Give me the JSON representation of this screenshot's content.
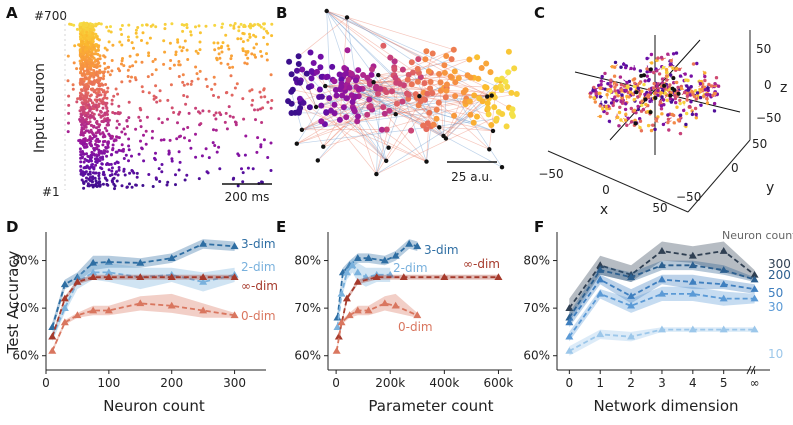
{
  "panels": {
    "A": {
      "label": "A",
      "ylabel": "Input neuron",
      "ytick_top": "#700",
      "ytick_bottom": "#1",
      "scalebar_label": "200 ms"
    },
    "B": {
      "label": "B",
      "scalebar_label": "25 a.u."
    },
    "C": {
      "label": "C",
      "x_label": "x",
      "y_label": "y",
      "z_label": "z",
      "x_ticks": [
        "−50",
        "0",
        "50"
      ],
      "y_ticks": [
        "−50",
        "0",
        "50"
      ],
      "z_ticks": [
        "−50",
        "0",
        "50"
      ]
    }
  },
  "colors": {
    "dim3": "#2e6ea3",
    "dim2": "#79b1dd",
    "diminf": "#a63a2c",
    "dim0": "#d9765f",
    "spike_low": "#3b0f8c",
    "spike_high": "#f4c430",
    "edge_pos": "#e8735a",
    "edge_neg": "#5b8fc9"
  },
  "chart_data": [
    {
      "panel": "D",
      "label": "D",
      "type": "line",
      "xlabel": "Neuron count",
      "ylabel": "Test Accuracy",
      "xlim": [
        0,
        350
      ],
      "ylim": [
        57,
        86
      ],
      "xticks": [
        0,
        100,
        200,
        300
      ],
      "yticks": [
        60,
        70,
        80
      ],
      "ytick_labels": [
        "60%",
        "70%",
        "80%"
      ],
      "series": [
        {
          "name": "3-dim",
          "color": "#2e6ea3",
          "marker": "triangle",
          "x": [
            10,
            30,
            50,
            75,
            100,
            150,
            200,
            250,
            300
          ],
          "y": [
            66,
            75,
            76.5,
            79.5,
            79.7,
            79.5,
            80.5,
            83.5,
            83
          ],
          "lo": [
            65,
            74,
            75.5,
            78,
            78.5,
            78.5,
            79.5,
            82.5,
            82
          ],
          "hi": [
            67,
            76,
            77.5,
            81,
            81,
            80.5,
            81.5,
            84.5,
            84
          ]
        },
        {
          "name": "2-dim",
          "color": "#79b1dd",
          "marker": "triangle",
          "x": [
            10,
            30,
            50,
            75,
            100,
            150,
            200,
            250,
            300
          ],
          "y": [
            64,
            70,
            75.5,
            77.5,
            77.5,
            76.5,
            77,
            75.5,
            77
          ],
          "lo": [
            63,
            69,
            74,
            76,
            75.5,
            74,
            75.5,
            73.5,
            75.5
          ],
          "hi": [
            65,
            71,
            77,
            79,
            79.5,
            78.5,
            78.5,
            77.5,
            78.5
          ]
        },
        {
          "name": "∞-dim",
          "color": "#a63a2c",
          "marker": "triangle",
          "x": [
            10,
            30,
            50,
            75,
            100,
            150,
            200,
            250,
            300
          ],
          "y": [
            64,
            72,
            75.5,
            76.5,
            76.5,
            76.5,
            76.5,
            76.5,
            76.5
          ],
          "lo": [
            63.5,
            71.5,
            75,
            76,
            76,
            76,
            76,
            76,
            76
          ],
          "hi": [
            64.5,
            72.5,
            76,
            77,
            77,
            77,
            77,
            77,
            77
          ]
        },
        {
          "name": "0-dim",
          "color": "#d9765f",
          "marker": "triangle",
          "x": [
            10,
            30,
            50,
            75,
            100,
            150,
            200,
            250,
            300
          ],
          "y": [
            61,
            67,
            68.5,
            69.5,
            69.5,
            71,
            70.5,
            69.5,
            68.5
          ],
          "lo": [
            60.5,
            66.5,
            68,
            68.5,
            68.5,
            69.5,
            69,
            68,
            68
          ],
          "hi": [
            61.5,
            67.5,
            69,
            70.5,
            70.5,
            72.5,
            73,
            71,
            69
          ]
        }
      ]
    },
    {
      "panel": "E",
      "label": "E",
      "type": "line",
      "xlabel": "Parameter count",
      "ylabel": "",
      "xlim": [
        -30000,
        650000
      ],
      "ylim": [
        57,
        86
      ],
      "xticks": [
        0,
        200000,
        400000,
        600000
      ],
      "xtick_labels": [
        "0",
        "200k",
        "400k",
        "600k"
      ],
      "yticks": [
        60,
        70,
        80
      ],
      "ytick_labels": [
        "60%",
        "70%",
        "80%"
      ],
      "series": [
        {
          "name": "3-dim",
          "color": "#2e6ea3",
          "marker": "triangle",
          "x": [
            5000,
            25000,
            50000,
            80000,
            120000,
            180000,
            220000,
            270000,
            300000
          ],
          "y": [
            68,
            77.5,
            79,
            80.5,
            80.5,
            80,
            81,
            83.5,
            83
          ],
          "lo": [
            67,
            76.5,
            78,
            79.5,
            79.5,
            79,
            80,
            82.5,
            82
          ],
          "hi": [
            69,
            78.5,
            80,
            81.5,
            81.5,
            81,
            82,
            84.5,
            84
          ]
        },
        {
          "name": "2-dim",
          "color": "#79b1dd",
          "marker": "triangle",
          "x": [
            5000,
            20000,
            40000,
            60000,
            80000,
            110000,
            150000,
            200000
          ],
          "y": [
            66,
            73,
            77.5,
            79,
            77.5,
            76.5,
            77,
            77
          ],
          "lo": [
            65,
            72,
            76,
            77.5,
            75.5,
            74.5,
            75.5,
            75.5
          ],
          "hi": [
            67,
            74,
            79,
            80.5,
            79.5,
            78.5,
            78.5,
            78.5
          ]
        },
        {
          "name": "∞-dim",
          "color": "#a63a2c",
          "marker": "triangle",
          "x": [
            10000,
            40000,
            80000,
            150000,
            250000,
            400000,
            600000
          ],
          "y": [
            64,
            72,
            75.5,
            76.5,
            76.5,
            76.5,
            76.5
          ],
          "lo": [
            63.5,
            71.5,
            75,
            76,
            76,
            76,
            76
          ],
          "hi": [
            64.5,
            72.5,
            76,
            77,
            77,
            77,
            77
          ]
        },
        {
          "name": "0-dim",
          "color": "#d9765f",
          "marker": "triangle",
          "x": [
            2000,
            20000,
            50000,
            80000,
            120000,
            180000,
            220000,
            300000
          ],
          "y": [
            61,
            67,
            68.5,
            69.5,
            69.5,
            71,
            70.5,
            68.5
          ],
          "lo": [
            60.5,
            66.5,
            68,
            68.5,
            68.5,
            69.5,
            69,
            68
          ],
          "hi": [
            61.5,
            67.5,
            69,
            70.5,
            70.5,
            72.5,
            73,
            69
          ]
        }
      ]
    },
    {
      "panel": "F",
      "label": "F",
      "type": "line",
      "xlabel": "Network dimension",
      "ylabel": "",
      "legend_title": "Neuron count",
      "xlim": [
        -0.4,
        6.5
      ],
      "ylim": [
        57,
        86
      ],
      "xticks": [
        0,
        1,
        2,
        3,
        4,
        5,
        6
      ],
      "xtick_labels": [
        "0",
        "1",
        "2",
        "3",
        "4",
        "5",
        "∞"
      ],
      "yticks": [
        60,
        70,
        80
      ],
      "ytick_labels": [
        "60%",
        "70%",
        "80%"
      ],
      "series": [
        {
          "name": "300",
          "color": "#2f3f52",
          "marker": "triangle",
          "x": [
            0,
            1,
            2,
            3,
            4,
            5,
            6
          ],
          "y": [
            70,
            79,
            77,
            82,
            81,
            82,
            77
          ],
          "lo": [
            68,
            77,
            75.5,
            80,
            79.5,
            77.5,
            76
          ],
          "hi": [
            72,
            81,
            79,
            84,
            83,
            84,
            78
          ]
        },
        {
          "name": "200",
          "color": "#2c5f8f",
          "marker": "triangle",
          "x": [
            0,
            1,
            2,
            3,
            4,
            5,
            6
          ],
          "y": [
            68,
            78,
            76.5,
            79,
            79,
            78,
            76
          ],
          "lo": [
            67,
            77,
            75.5,
            78,
            78,
            77,
            75.5
          ],
          "hi": [
            69,
            79,
            77.5,
            80,
            80,
            79,
            76.5
          ]
        },
        {
          "name": "50",
          "color": "#3f7fbf",
          "marker": "triangle",
          "x": [
            0,
            1,
            2,
            3,
            4,
            5,
            6
          ],
          "y": [
            67,
            76,
            72.5,
            76,
            75.5,
            75,
            74
          ],
          "lo": [
            66,
            75,
            71,
            75,
            74,
            74,
            73
          ],
          "hi": [
            68,
            77,
            74,
            77,
            77,
            76,
            75
          ]
        },
        {
          "name": "30",
          "color": "#5b9ad6",
          "marker": "triangle",
          "x": [
            0,
            1,
            2,
            3,
            4,
            5,
            6
          ],
          "y": [
            64,
            73,
            70.5,
            73,
            73,
            72,
            72
          ],
          "lo": [
            63,
            72,
            69,
            71.5,
            71.5,
            70.5,
            71
          ],
          "hi": [
            65,
            74,
            72,
            74.5,
            74.5,
            73.5,
            73
          ]
        },
        {
          "name": "10",
          "color": "#9cc7ea",
          "marker": "triangle",
          "x": [
            0,
            1,
            2,
            3,
            4,
            5,
            6
          ],
          "y": [
            61,
            64.5,
            64,
            65.5,
            65.5,
            65.5,
            65.5
          ],
          "lo": [
            60,
            63.5,
            63,
            65,
            65,
            65,
            65
          ],
          "hi": [
            62,
            65.5,
            65,
            66,
            66,
            66,
            66
          ]
        }
      ]
    }
  ]
}
